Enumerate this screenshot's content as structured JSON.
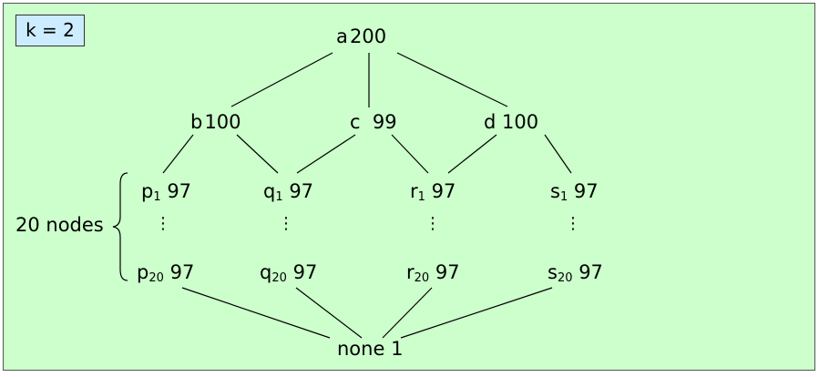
{
  "k_label": "k = 2",
  "range_label": "20 nodes",
  "colors": {
    "panel": "#ccffcc",
    "k_box": "#ccecff",
    "edge": "#000000"
  },
  "nodes": {
    "a": {
      "name": "a",
      "sub": "",
      "value": "200"
    },
    "b": {
      "name": "b",
      "sub": "",
      "value": "100"
    },
    "c": {
      "name": "c",
      "sub": "",
      "value": "99"
    },
    "d": {
      "name": "d",
      "sub": "",
      "value": "100"
    },
    "p1": {
      "name": "p",
      "sub": "1",
      "value": "97"
    },
    "q1": {
      "name": "q",
      "sub": "1",
      "value": "97"
    },
    "r1": {
      "name": "r",
      "sub": "1",
      "value": "97"
    },
    "s1": {
      "name": "s",
      "sub": "1",
      "value": "97"
    },
    "p20": {
      "name": "p",
      "sub": "20",
      "value": "97"
    },
    "q20": {
      "name": "q",
      "sub": "20",
      "value": "97"
    },
    "r20": {
      "name": "r",
      "sub": "20",
      "value": "97"
    },
    "s20": {
      "name": "s",
      "sub": "20",
      "value": "97"
    },
    "none": {
      "name": "none",
      "sub": "",
      "value": "1"
    }
  },
  "edges": [
    [
      "a",
      "b"
    ],
    [
      "a",
      "c"
    ],
    [
      "a",
      "d"
    ],
    [
      "b",
      "p1"
    ],
    [
      "b",
      "q1"
    ],
    [
      "c",
      "q1"
    ],
    [
      "c",
      "r1"
    ],
    [
      "d",
      "r1"
    ],
    [
      "d",
      "s1"
    ],
    [
      "p20",
      "none"
    ],
    [
      "q20",
      "none"
    ],
    [
      "r20",
      "none"
    ],
    [
      "s20",
      "none"
    ]
  ]
}
